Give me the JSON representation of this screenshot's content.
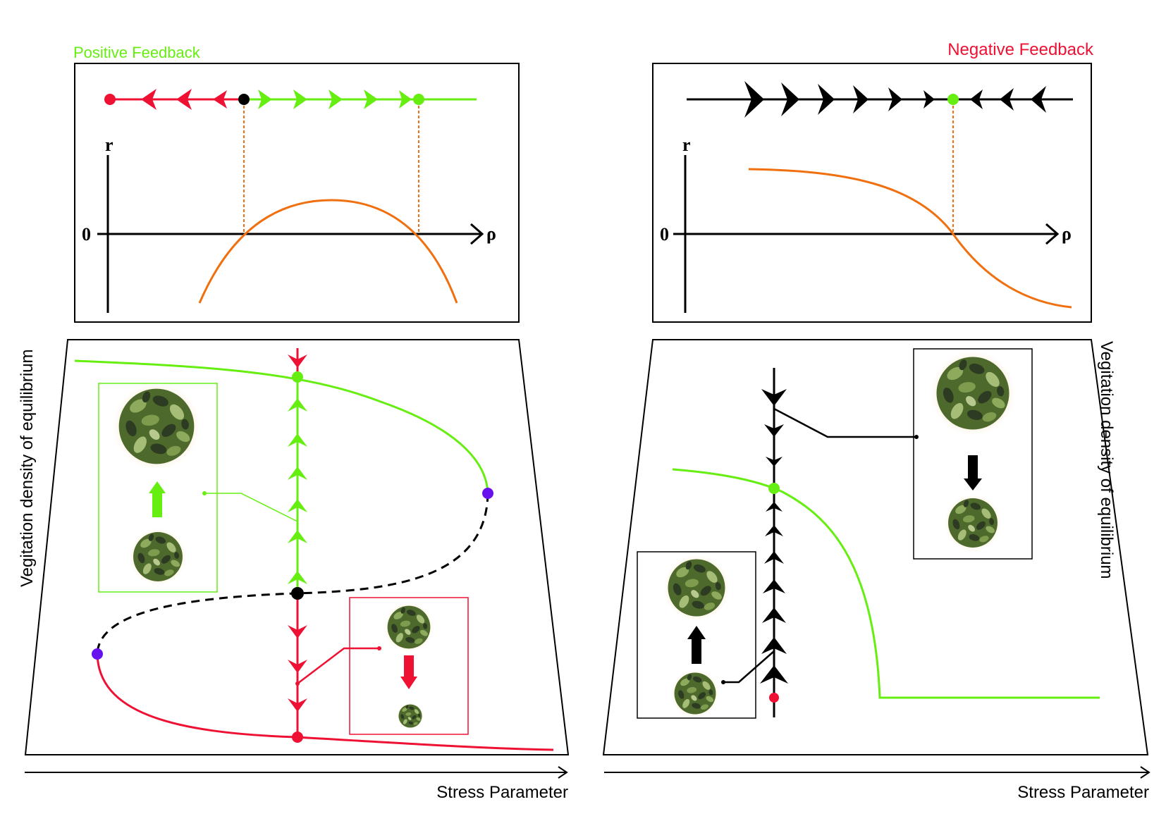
{
  "colors": {
    "positive": "#66ee11",
    "negative": "#ee1133",
    "curve": "#f07010",
    "black": "#000000",
    "purple": "#6611ee"
  },
  "left_panel": {
    "heading": "Positive Feedback",
    "r_axis_label": "r",
    "zero_label": "0",
    "rho_axis_label": "ρ",
    "y_axis_label": "Vegitation density of equilibrium",
    "x_axis_label": "Stress Parameter"
  },
  "right_panel": {
    "heading": "Negative Feedback",
    "r_axis_label": "r",
    "zero_label": "0",
    "rho_axis_label": "ρ",
    "y_axis_label": "Vegitation density of equilibrium",
    "x_axis_label": "Stress Parameter"
  }
}
